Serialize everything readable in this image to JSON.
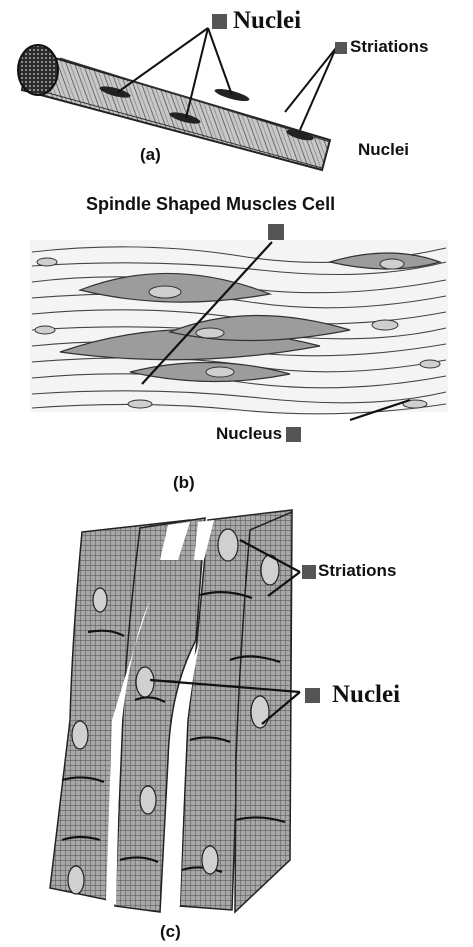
{
  "panel_a": {
    "caption": "(a)",
    "nuclei_label": "Nuclei",
    "striations_label": "Striations",
    "nuclei_label_2": "Nuclei"
  },
  "panel_b": {
    "title": "Spindle Shaped Muscles Cell",
    "nucleus_label": "Nucleus",
    "caption": "(b)"
  },
  "panel_c": {
    "striations_label": "Striations",
    "nuclei_label": "Nuclei",
    "caption": "(c)"
  },
  "colors": {
    "marker": "#555555",
    "line": "#111111",
    "cell_fill": "#9a9a9a",
    "cell_dark": "#4a4a4a",
    "smooth_fill": "#e6e6e6"
  }
}
